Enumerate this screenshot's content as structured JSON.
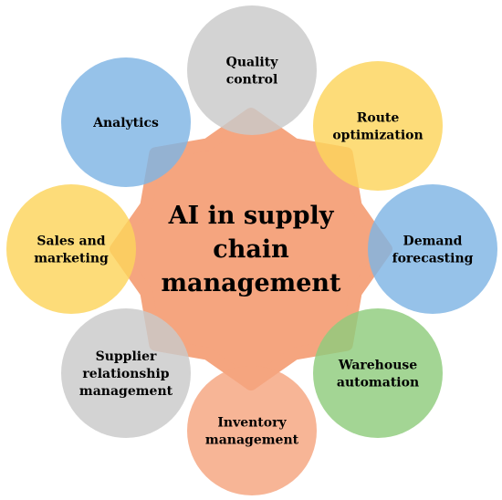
{
  "center": {
    "lines": [
      "AI in supply",
      "chain",
      "management"
    ],
    "fill": "#f5a57f"
  },
  "nodes": [
    {
      "id": "quality-control",
      "lines": [
        "Quality",
        "control"
      ],
      "fill": "#c9c9c9"
    },
    {
      "id": "route-optimization",
      "lines": [
        "Route",
        "optimization"
      ],
      "fill": "#fcd45c"
    },
    {
      "id": "demand-forecasting",
      "lines": [
        "Demand",
        "forecasting"
      ],
      "fill": "#7fb4e4"
    },
    {
      "id": "warehouse-automation",
      "lines": [
        "Warehouse",
        "automation"
      ],
      "fill": "#8fcc7c"
    },
    {
      "id": "inventory-management",
      "lines": [
        "Inventory",
        "management"
      ],
      "fill": "#f5a57f"
    },
    {
      "id": "supplier-relationship-management",
      "lines": [
        "Supplier",
        "relationship",
        "management"
      ],
      "fill": "#c9c9c9"
    },
    {
      "id": "sales-and-marketing",
      "lines": [
        "Sales and",
        "marketing"
      ],
      "fill": "#fcd45c"
    },
    {
      "id": "analytics",
      "lines": [
        "Analytics"
      ],
      "fill": "#7fb4e4"
    }
  ]
}
